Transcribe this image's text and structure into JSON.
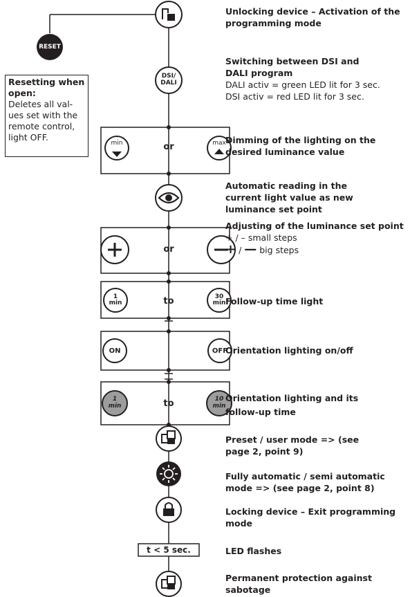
{
  "reset": {
    "button_label": "RESET",
    "box_title": "Resetting when open:",
    "box_text": "Deletes all val-ues set with the remote control, light OFF."
  },
  "steps": [
    {
      "title": "Unlocking device – Activation of the programming mode",
      "lines": []
    },
    {
      "title": "Switching between DSI and DALI program",
      "lines": [
        "DALI activ = green LED lit for 3 sec.",
        "DSI activ  = red LED lit for 3 sec."
      ]
    },
    {
      "title": "Dimming of the lighting on the desired luminance value",
      "lines": []
    },
    {
      "title": "Automatic reading in the current light value as new luminance set point",
      "lines": []
    },
    {
      "title": "Adjusting of the luminance set point",
      "lines": [
        "+ / – small steps",
        "big steps"
      ]
    },
    {
      "title": "Follow-up time light",
      "lines": []
    },
    {
      "title": "Orientation lighting on/off",
      "lines": []
    },
    {
      "title": "Orientation lighting and its follow-up time",
      "lines": []
    },
    {
      "title": "Preset / user mode => (see page 2, point 9)",
      "lines": []
    },
    {
      "title": "Fully automatic / semi automatic mode => (see page 2, point 8)",
      "lines": []
    },
    {
      "title": "Locking device – Exit programming mode",
      "lines": []
    },
    {
      "title": "LED flashes",
      "lines": []
    },
    {
      "title": "Permanent protection against sabotage",
      "lines": []
    }
  ],
  "buttons": {
    "dsi_dali_top": "DSI/",
    "dsi_dali_bottom": "DALI",
    "min": "min",
    "max": "max",
    "one_min_num": "1",
    "one_min_unit": "min",
    "thirty_min_num": "30",
    "thirty_min_unit": "min",
    "on": "ON",
    "off": "OFF",
    "ol_one_num": "1",
    "ol_one_unit": "min",
    "ol_ten_num": "10",
    "ol_ten_unit": "min"
  },
  "connectors": {
    "or": "or",
    "to": "to"
  },
  "timer_label": "t < 5 sec.",
  "colors": {
    "ink": "#231f20",
    "grey_fill": "#9d9d9d",
    "black_fill": "#231f20"
  },
  "icons": [
    "unlock-icon",
    "dsi-dali-icon",
    "min-arrow-icon",
    "max-arrow-icon",
    "eye-icon",
    "plus-icon",
    "minus-icon",
    "on-icon",
    "off-icon",
    "preset-mode-icon",
    "sun-icon",
    "lock-icon",
    "sabotage-protection-icon",
    "reset-icon"
  ]
}
